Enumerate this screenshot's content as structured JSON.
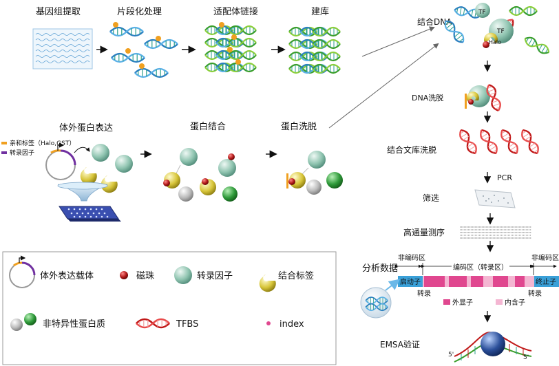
{
  "workflow": {
    "genome_extraction": "基因组提取",
    "fragmentation": "片段化处理",
    "adapter_ligation": "适配体链接",
    "library_build": "建库",
    "dna_binding": "结合DNA",
    "dna_elution": "DNA洗脱",
    "library_elution": "结合文库洗脱",
    "pcr": "PCR",
    "screening": "筛选",
    "hts": "高通量测序",
    "analysis": "分析数据",
    "emsa": "EMSA验证",
    "ivt_expression": "体外蛋白表达",
    "protein_binding": "蛋白结合",
    "protein_elution": "蛋白洗脱"
  },
  "tags": {
    "affinity_tag": "亲和标签（Halo,GST）",
    "tf_tag": "转录因子",
    "tf_circle_1": "TF",
    "tf_circle_2": "TF",
    "halo": "Halo",
    "five_prime_left": "5'",
    "five_prime_right": "5'"
  },
  "gene_diagram": {
    "noncoding_left": "非编码区",
    "coding": "编码区（转录区）",
    "noncoding_right": "非编码区",
    "promoter": "启动子",
    "terminator": "终止子",
    "tss_left": "转录",
    "tss_right": "转录",
    "exon": "外显子",
    "intron": "内含子"
  },
  "legend": {
    "vector": "体外表达载体",
    "bead": "磁珠",
    "tf": "转录因子",
    "binding_tag": "结合标签",
    "nonspecific": "非特异性蛋白质",
    "tfbs": "TFBS",
    "index": "index"
  },
  "colors": {
    "tf": "#8fc4b0",
    "bead": "#b01818",
    "tag": "#d8c63a",
    "exon": "#e0478f",
    "intron": "#f4b6d2",
    "promoter": "#3aa0d8",
    "affinity": "#f0a020",
    "tf_tag": "#7030a0"
  }
}
